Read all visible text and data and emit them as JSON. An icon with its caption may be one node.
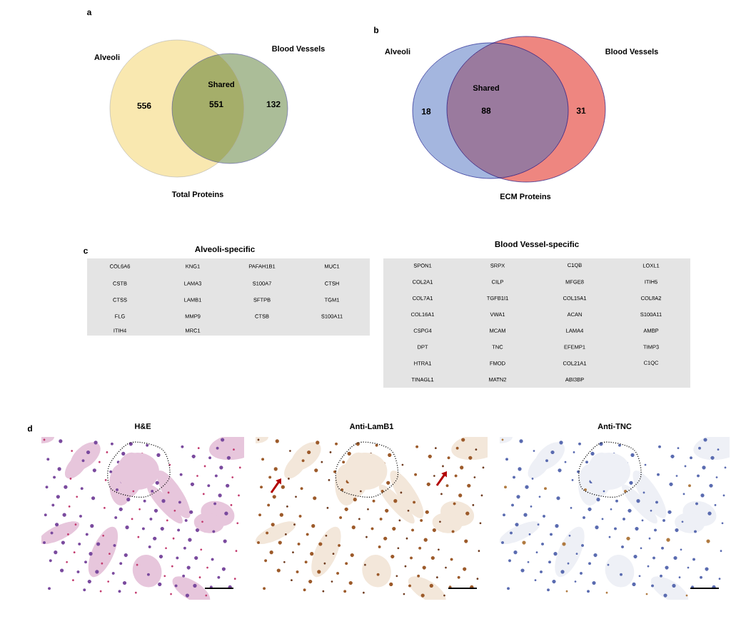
{
  "diagram": {
    "nodes": [
      {
        "text": [
          "Alveoli",
          "556"
        ]
      },
      {
        "text": [
          "Blood Vessels",
          "132"
        ]
      },
      {
        "text": [
          "Alveoli",
          "18"
        ]
      },
      {
        "text": [
          "Blood Vessels",
          "31"
        ]
      },
      {
        "text": [
          "H&E"
        ]
      },
      {
        "text": [
          "Anti-LamB1"
        ]
      },
      {
        "text": [
          "Anti-TNC"
        ]
      }
    ],
    "labels": [
      "a",
      "Shared",
      "551",
      "Total Proteins",
      "b",
      "Shared",
      "88",
      "ECM Proteins",
      "c",
      "Alveoli-specific",
      "COL6A6",
      "KNG1",
      "PAFAH1B1",
      "MUC1",
      "CSTB",
      "LAMA3",
      "S100A7",
      "CTSH",
      "CTSS",
      "LAMB1",
      "SFTPB",
      "TGM1",
      "FLG",
      "MMP9",
      "CTSB",
      "S100A11",
      "ITIH4",
      "MRC1",
      "Blood Vessel-specific",
      "SPON1",
      "SRPX",
      "C1QB",
      "LOXL1",
      "COL2A1",
      "CILP",
      "MFGE8",
      "ITIH5",
      "COL7A1",
      "TGFB1I1",
      "COL15A1",
      "COL8A2",
      "COL16A1",
      "VWA1",
      "ACAN",
      "S100A11",
      "CSPG4",
      "MCAM",
      "LAMA4",
      "AMBP",
      "DPT",
      "TNC",
      "EFEMP1",
      "TIMP3",
      "HTRA1",
      "FMOD",
      "COL21A1",
      "C1QC",
      "TINAGL1",
      "MATN2",
      "ABI3BP",
      "d"
    ]
  }
}
